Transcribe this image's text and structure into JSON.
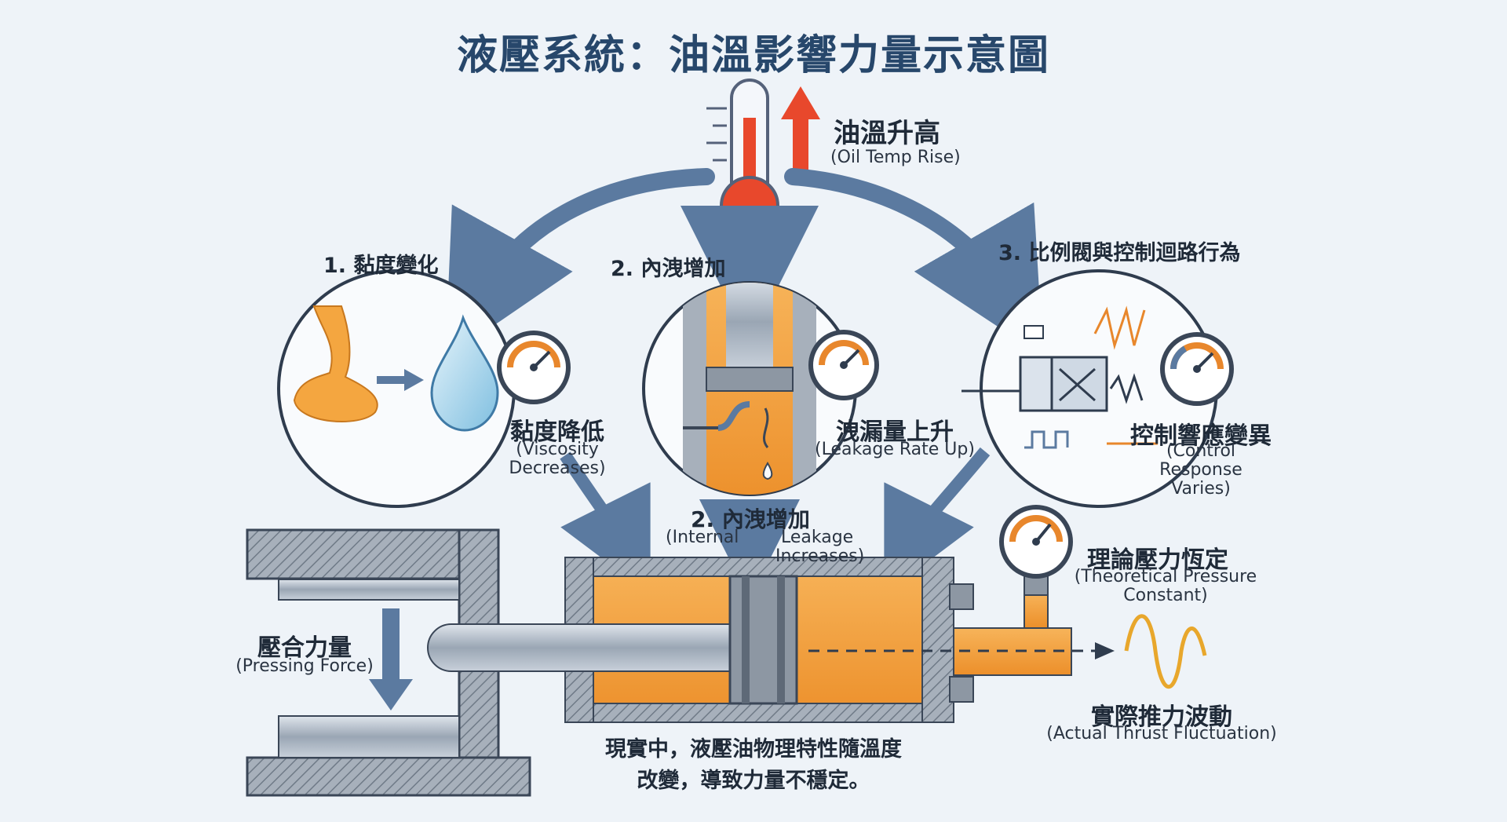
{
  "title": "液壓系統：油溫影響力量示意圖",
  "trigger": {
    "zh": "油溫升高",
    "en": "(Oil Temp Rise)"
  },
  "factors": [
    {
      "heading": "1. 黏度變化",
      "result_zh": "黏度降低",
      "result_en_1": "(Viscosity",
      "result_en_2": "Decreases)"
    },
    {
      "heading": "2. 內洩增加",
      "result_zh": "洩漏量上升",
      "result_en_1": "(Leakage Rate Up)"
    },
    {
      "heading": "3. 比例閥與控制迴路行為",
      "result_zh": "控制響應變異",
      "result_en_1": "(Control",
      "result_en_2": "Response",
      "result_en_3": "Varies)"
    }
  ],
  "cylinder_note": {
    "zh": "2. 內洩增加",
    "en_left": "(Internal",
    "en_right": "Leakage",
    "en_right_2": "Increases)"
  },
  "press": {
    "zh": "壓合力量",
    "en": "(Pressing Force)"
  },
  "gauge_note": {
    "zh": "理論壓力恆定",
    "en_1": "(Theoretical Pressure",
    "en_2": "Constant)"
  },
  "output_note": {
    "zh": "實際推力波動",
    "en": "(Actual Thrust Fluctuation)"
  },
  "conclusion": {
    "line1": "現實中，液壓油物理特性隨溫度",
    "line2": "改變，導致力量不穩定。"
  },
  "colors": {
    "accent_blue": "#5b7aa0",
    "oil_orange": "#f4a640",
    "heat_red": "#e8482c",
    "frame_gray": "#8d97a3"
  }
}
